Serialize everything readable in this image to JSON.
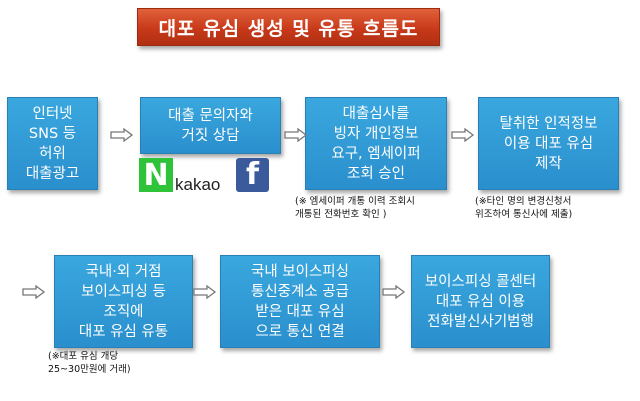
{
  "title": "대포 유심 생성 및 유통 흐름도",
  "steps": [
    {
      "lines": [
        "인터넷",
        "SNS 등",
        "허위",
        "대출광고"
      ]
    },
    {
      "lines": [
        "대출 문의자와",
        "거짓 상담"
      ]
    },
    {
      "lines": [
        "대출심사를",
        "빙자 개인정보",
        "요구, 엠세이퍼",
        "조회 승인"
      ]
    },
    {
      "lines": [
        "탈취한 인적정보",
        "이용 대포 유심",
        "제작"
      ]
    },
    {
      "lines": [
        "국내·외 거점",
        "보이스피싱 등",
        "조직에",
        "대포 유심 유통"
      ]
    },
    {
      "lines": [
        "국내 보이스피싱",
        "통신중계소 공급",
        "받은 대포 유심",
        "으로 통신 연결"
      ]
    },
    {
      "lines": [
        "보이스피싱 콜센터",
        "대포 유심 이용",
        "전화발신사기범행"
      ]
    }
  ],
  "notes": {
    "step3": [
      "(※ 엠세이퍼 개통 이력 조회시",
      "개통된 전화번호 확인 )"
    ],
    "step4": [
      "(※타인 명의 변경신청서",
      "위조하여 통신사에 제출)"
    ],
    "step5": [
      "(※대포 유심 개당",
      "25~30만원에 거래)"
    ]
  },
  "logos": {
    "naver": "N",
    "kakao": "kakao",
    "facebook": "f",
    "naver_color": "#2fc33a",
    "facebook_color": "#3b5a9b"
  },
  "colors": {
    "title_bg": "#c8391a",
    "box_bg": "#2a8fcd",
    "arrow": "#777777"
  },
  "icons": {
    "arrow": "right-arrow-outline-icon"
  }
}
